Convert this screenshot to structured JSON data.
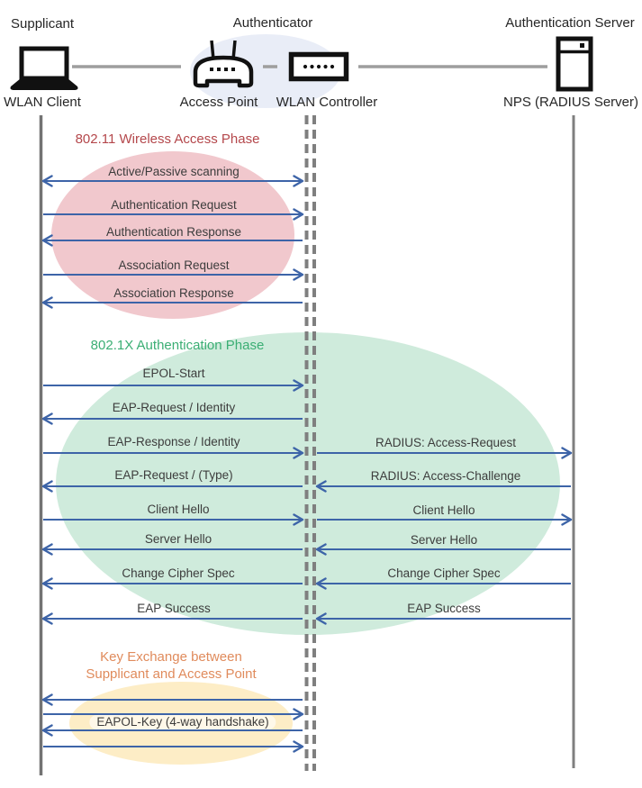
{
  "actors": {
    "supplicant": {
      "role": "Supplicant",
      "device": "WLAN Client"
    },
    "authenticator": {
      "role": "Authenticator",
      "access_point": "Access Point",
      "wlan_controller": "WLAN Controller"
    },
    "authentication_server": {
      "role": "Authentication Server",
      "device": "NPS (RADIUS Server)"
    }
  },
  "phases": {
    "wireless_access": {
      "title": "802.11 Wireless Access Phase",
      "text_color": "#b4474b",
      "fill_color": "#f1c8cd"
    },
    "authentication": {
      "title": "802.1X Authentication Phase",
      "text_color": "#3bae74",
      "fill_color": "#cfebdc"
    },
    "key_exchange": {
      "title_line1": "Key Exchange between",
      "title_line2": "Supplicant and Access Point",
      "text_color": "#e08b5c",
      "fill_color": "#fdedc6",
      "arrow_directions": [
        "left",
        "right",
        "left",
        "right"
      ]
    }
  },
  "messages": {
    "left": [
      {
        "label": "Active/Passive scanning",
        "direction": "both"
      },
      {
        "label": "Authentication Request",
        "direction": "right"
      },
      {
        "label": "Authentication Response",
        "direction": "left"
      },
      {
        "label": "Association Request",
        "direction": "right"
      },
      {
        "label": "Association Response",
        "direction": "left"
      },
      {
        "label": "EPOL-Start",
        "direction": "right"
      },
      {
        "label": "EAP-Request / Identity",
        "direction": "left"
      },
      {
        "label": "EAP-Response / Identity",
        "direction": "right"
      },
      {
        "label": "EAP-Request / (Type)",
        "direction": "left"
      },
      {
        "label": "Client Hello",
        "direction": "right"
      },
      {
        "label": "Server Hello",
        "direction": "left"
      },
      {
        "label": "Change Cipher Spec",
        "direction": "left"
      },
      {
        "label": "EAP Success",
        "direction": "left"
      },
      {
        "label": "EAPOL-Key (4-way handshake)",
        "direction": "both"
      }
    ],
    "right": [
      {
        "label": "RADIUS: Access-Request",
        "direction": "right"
      },
      {
        "label": "RADIUS: Access-Challenge",
        "direction": "left"
      },
      {
        "label": "Client Hello",
        "direction": "right"
      },
      {
        "label": "Server Hello",
        "direction": "left"
      },
      {
        "label": "Change Cipher Spec",
        "direction": "left"
      },
      {
        "label": "EAP Success",
        "direction": "left"
      }
    ]
  },
  "colors": {
    "arrow": "#3d64a8",
    "lifeline_solid": "#737373",
    "lifeline_dashed": "#7f7f7f",
    "top_connector": "#9e9e9e",
    "authenticator_halo": "#e9edf7",
    "icon": "#111111"
  }
}
